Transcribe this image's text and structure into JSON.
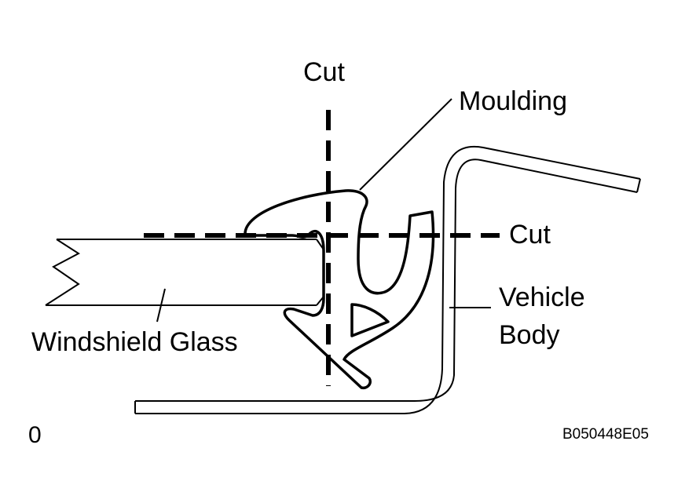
{
  "labels": {
    "cut_vertical": "Cut",
    "cut_horizontal": "Cut",
    "moulding": "Moulding",
    "vehicle_body_line1": "Vehicle",
    "vehicle_body_line2": "Body",
    "windshield_glass": "Windshield Glass",
    "corner_mark": "0",
    "figure_code": "B050448E05"
  },
  "colors": {
    "line": "#000000",
    "background": "#ffffff"
  }
}
